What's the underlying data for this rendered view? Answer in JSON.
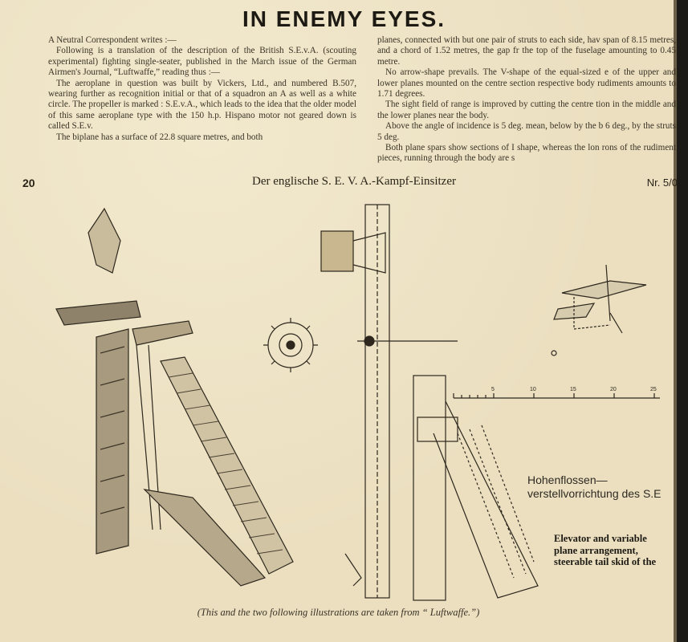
{
  "headline": "IN ENEMY EYES.",
  "left_column": [
    "A Neutral Correspondent writes :—",
    "Following is a translation of the description of the British S.E.v.A. (scouting experimental) fighting single-seater, published in the March issue of the German Airmen's Journal, “Luftwaffe,” reading thus :—",
    "The aeroplane in question was built by Vickers, Ltd., and numbered B.507, wearing further as recognition initial or that of a squadron an A as well as a white circle. The propeller is marked : S.E.v.A., which leads to the idea that the older model of this same aeroplane type with the 150 h.p. Hispano motor not geared down is called S.E.v.",
    "The biplane has a surface of 22.8 square metres, and both"
  ],
  "right_column": [
    "planes, connected with but one pair of struts to each side, hav span of 8.15 metres, and a chord of 1.52 metres, the gap fr the top of the fuselage amounting to 0.45 metre.",
    "No arrow-shape prevails. The V-shape of the equal-sized e of the upper and lower planes mounted on the centre section respective body rudiments amounts to 1.71 degrees.",
    "The sight field of range is improved by cutting the centre tion in the middle and the lower planes near the body.",
    "Above the angle of incidence is 5 deg. mean, below by the b 6 deg., by the struts 5 deg.",
    "Both plane spars show sections of I shape, whereas the lon rons of the rudiment pieces, running through the body are s"
  ],
  "strip": {
    "page_number": "20",
    "figure_title": "Der englische S. E. V. A.-Kampf-Einsitzer",
    "issue_number": "Nr. 5/0"
  },
  "scale_labels": [
    "5",
    "10",
    "15",
    "20",
    "25"
  ],
  "german_label": [
    "Hohenflossen—",
    "verstellvorrichtung des S.E"
  ],
  "english_label": [
    "Elevator and variable",
    "plane arrangement,",
    "steerable tail skid of the"
  ],
  "caption": "(This and the two following illustrations are taken from “ Luftwaffe.”)"
}
